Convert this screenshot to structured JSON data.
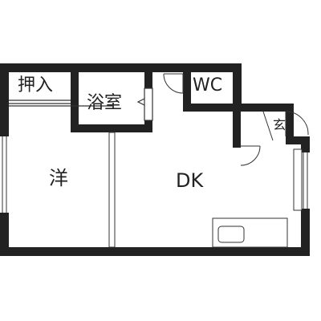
{
  "rooms": {
    "closet": "押入",
    "bath": "浴室",
    "toilet": "WC",
    "entrance": "玄",
    "western": "洋",
    "dining_kitchen": "DK"
  },
  "colors": {
    "wall": "#222222",
    "line": "#333333",
    "background": "#ffffff"
  }
}
